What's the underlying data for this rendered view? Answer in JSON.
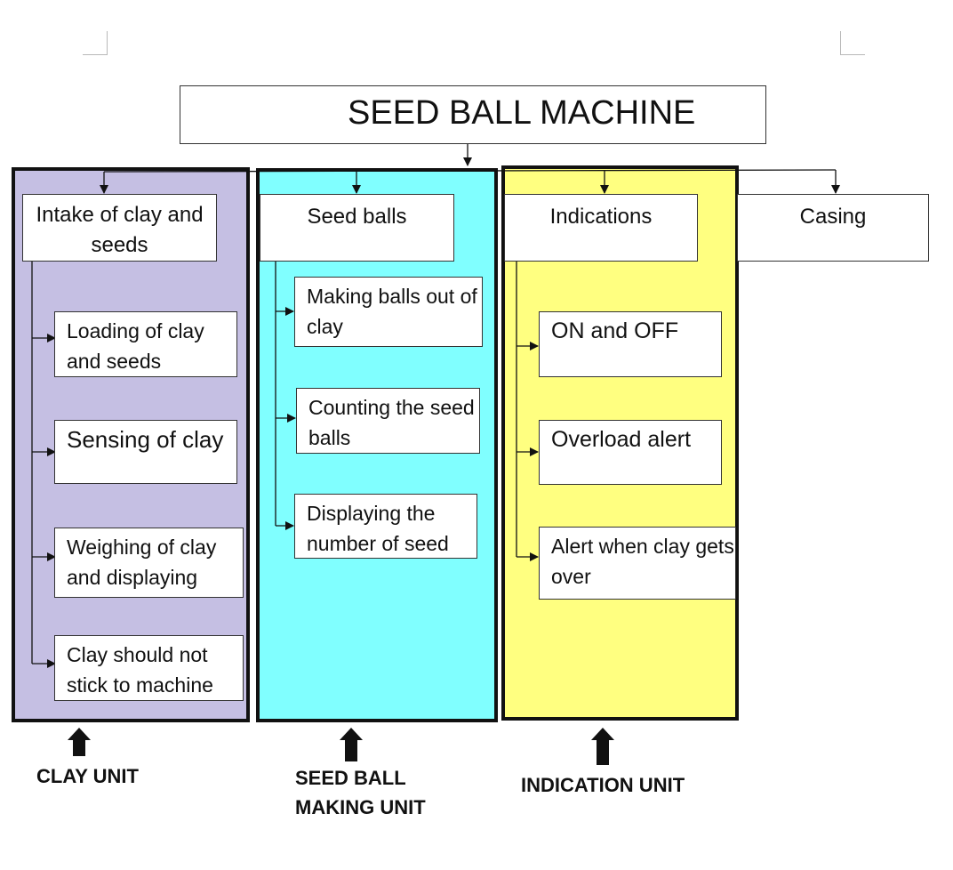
{
  "diagram": {
    "title": "SEED BALL MACHINE",
    "palette": {
      "clay_unit": "#c5bfe3",
      "seed_ball_unit": "#80ffff",
      "indication_unit": "#ffff80"
    },
    "columns": [
      {
        "heading": "Intake of clay and seeds",
        "unit_label": "CLAY UNIT",
        "items": [
          "Loading of clay and seeds",
          "Sensing of clay",
          "Weighing of clay and displaying",
          "Clay should not stick to machine"
        ]
      },
      {
        "heading": "Seed balls",
        "unit_label": "SEED BALL MAKING UNIT",
        "items": [
          "Making balls out of clay",
          "Counting the seed balls",
          "Displaying the number of seed"
        ]
      },
      {
        "heading": "Indications",
        "unit_label": "INDICATION UNIT",
        "items": [
          "ON and OFF",
          "Overload alert",
          "Alert when clay gets over"
        ]
      },
      {
        "heading": "Casing"
      }
    ]
  }
}
